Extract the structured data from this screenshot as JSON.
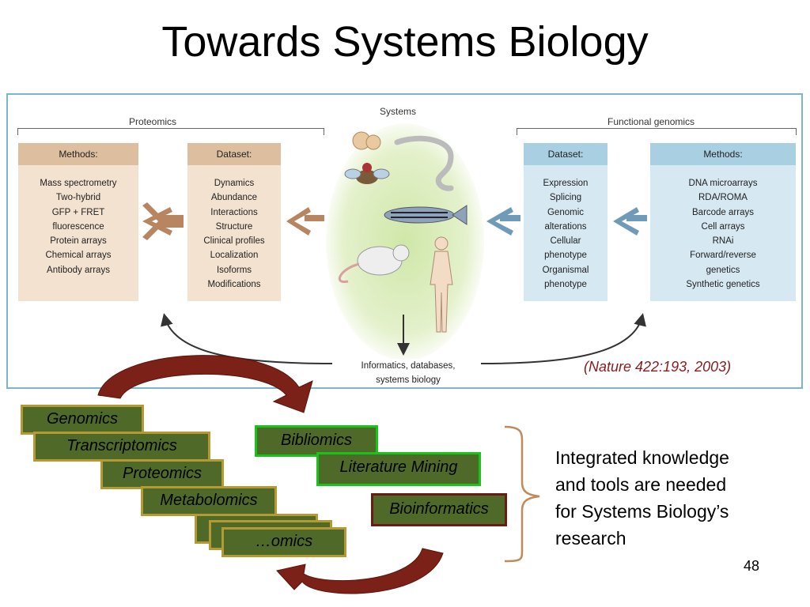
{
  "slide": {
    "title": "Towards Systems Biology",
    "page_number": "48"
  },
  "figure": {
    "proteomics_label": "Proteomics",
    "systems_label": "Systems",
    "functional_label": "Functional genomics",
    "prot_methods": {
      "header": "Methods:",
      "items": [
        "Mass spectrometry",
        "Two-hybrid",
        "GFP + FRET",
        "fluorescence",
        "Protein arrays",
        "Chemical arrays",
        "Antibody arrays"
      ]
    },
    "prot_dataset": {
      "header": "Dataset:",
      "items": [
        "Dynamics",
        "Abundance",
        "Interactions",
        "Structure",
        "Clinical profiles",
        "Localization",
        "Isoforms",
        "Modifications"
      ]
    },
    "func_dataset": {
      "header": "Dataset:",
      "items": [
        "Expression",
        "Splicing",
        "Genomic",
        "alterations",
        "Cellular",
        "phenotype",
        "Organismal",
        "phenotype"
      ]
    },
    "func_methods": {
      "header": "Methods:",
      "items": [
        "DNA microarrays",
        "RDA/ROMA",
        "Barcode arrays",
        "Cell arrays",
        "RNAi",
        "Forward/reverse",
        "genetics",
        "Synthetic genetics"
      ]
    },
    "bottom_label": [
      "Informatics, databases,",
      "systems biology"
    ],
    "citation": "(Nature 422:193, 2003)"
  },
  "omics": {
    "genomics": "Genomics",
    "transcriptomics": "Transcriptomics",
    "proteomics": "Proteomics",
    "metabolomics": "Metabolomics",
    "etc": "…omics"
  },
  "tools": {
    "bibliomics": "Bibliomics",
    "literature_mining": "Literature Mining",
    "bioinformatics": "Bioinformatics"
  },
  "side_text": [
    "Integrated knowledge",
    "and tools are needed",
    "for Systems Biology’s",
    "research"
  ],
  "colors": {
    "figure_border": "#7ab6c6",
    "omics_fill": "#4f6a28",
    "omics_border": "#b59a33",
    "green_border": "#19c41a",
    "dark_red": "#6b1b14",
    "brace": "#c08a5a",
    "citation": "#8B1A1A"
  }
}
